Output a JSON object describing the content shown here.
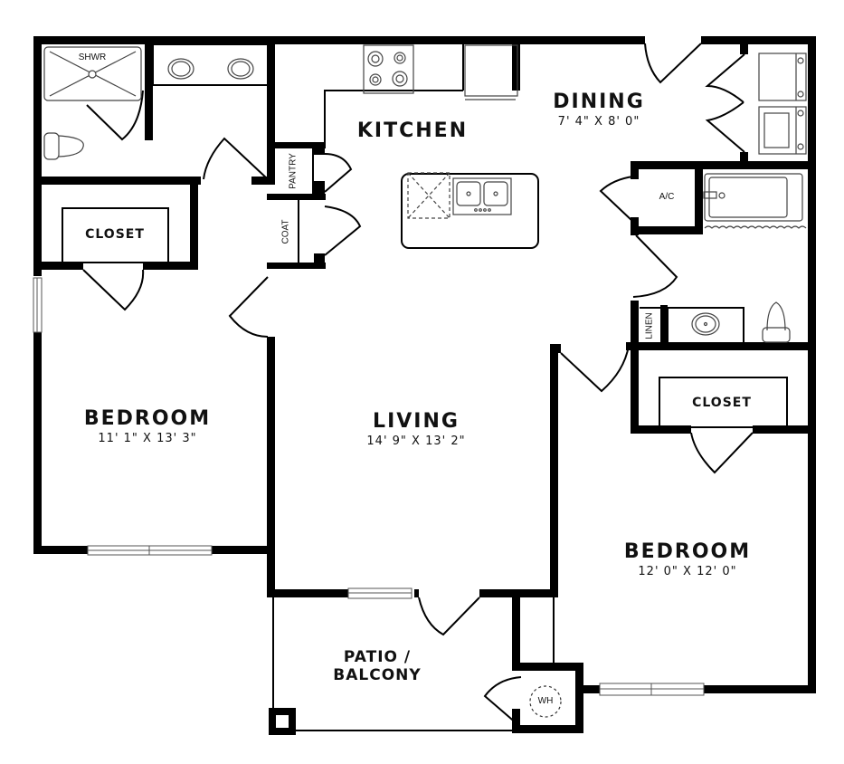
{
  "plan": {
    "rooms": {
      "kitchen": {
        "name": "KITCHEN"
      },
      "dining": {
        "name": "DINING",
        "dimensions": "7' 4\" X 8' 0\""
      },
      "living": {
        "name": "LIVING",
        "dimensions": "14' 9\" X 13' 2\""
      },
      "bedroom_left": {
        "name": "BEDROOM",
        "dimensions": "11' 1\" X 13' 3\""
      },
      "bedroom_right": {
        "name": "BEDROOM",
        "dimensions": "12' 0\" X 12' 0\""
      },
      "patio": {
        "name_line1": "PATIO /",
        "name_line2": "BALCONY"
      },
      "closet_left": {
        "name": "CLOSET"
      },
      "closet_right": {
        "name": "CLOSET"
      },
      "pantry": {
        "name": "PANTRY"
      },
      "coat": {
        "name": "COAT"
      },
      "linen": {
        "name": "LINEN"
      },
      "ac": {
        "name": "A/C"
      },
      "shower": {
        "name": "SHWR"
      },
      "water_heater": {
        "name": "WH"
      }
    },
    "fixtures": [
      "stove-icon",
      "refrigerator-icon",
      "double-sink-icon",
      "dishwasher-icon",
      "washer-icon",
      "dryer-icon",
      "bathtub-icon",
      "toilet-icon",
      "vanity-sink-icon",
      "shower-icon"
    ],
    "colors": {
      "wall": "#000000",
      "background": "#ffffff",
      "fixture_line": "#555555"
    }
  }
}
